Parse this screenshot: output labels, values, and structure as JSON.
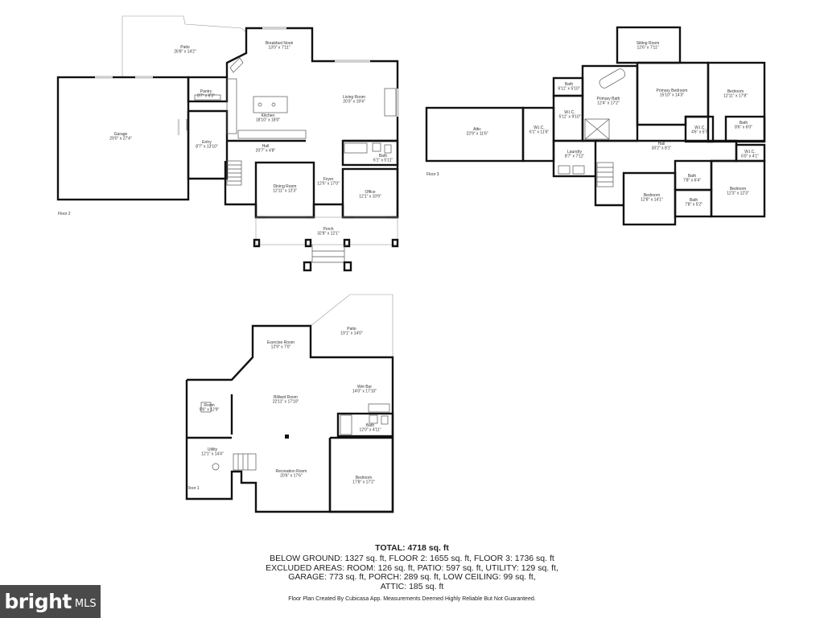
{
  "floors": [
    {
      "id": "floor2",
      "label": "Floor 2",
      "rooms": [
        {
          "name": "Patio",
          "dims": "26'8\" x 14'2\""
        },
        {
          "name": "Breakfast Nook",
          "dims": "13'0\" x 7'11\""
        },
        {
          "name": "Pantry",
          "dims": "8'7\" x 6'3\""
        },
        {
          "name": "Kitchen",
          "dims": "18'10\" x 18'0\""
        },
        {
          "name": "Living Room",
          "dims": "20'3\" x 19'4\""
        },
        {
          "name": "Garage",
          "dims": "29'0\" x 27'4\""
        },
        {
          "name": "Entry",
          "dims": "8'7\" x 13'10\""
        },
        {
          "name": "Hall",
          "dims": "20'7\" x 4'8\""
        },
        {
          "name": "Bath",
          "dims": "6'1\" x 5'11\""
        },
        {
          "name": "Dining Room",
          "dims": "12'11\" x 12'3\""
        },
        {
          "name": "Foyer",
          "dims": "12'5\" x 17'0\""
        },
        {
          "name": "Office",
          "dims": "12'1\" x 10'9\""
        },
        {
          "name": "Porch",
          "dims": "32'8\" x 12'1\""
        }
      ]
    },
    {
      "id": "floor3",
      "label": "Floor 3",
      "rooms": [
        {
          "name": "Sitting Room",
          "dims": "12'6\" x 7'11\""
        },
        {
          "name": "Bath",
          "dims": "6'11\" x 5'10\""
        },
        {
          "name": "Primary Bath",
          "dims": "12'4\" x 17'2\""
        },
        {
          "name": "Primary Bedroom",
          "dims": "15'10\" x 14'3\""
        },
        {
          "name": "Bedroom",
          "dims": "12'11\" x 17'8\""
        },
        {
          "name": "W.I.C.",
          "dims": "5'11\" x 9'10\""
        },
        {
          "name": "Attic",
          "dims": "22'9\" x 11'6\""
        },
        {
          "name": "W.I.C.",
          "dims": "6'1\" x 11'6\""
        },
        {
          "name": "W.I.C.",
          "dims": "4'6\" x 5'7\""
        },
        {
          "name": "Bath",
          "dims": "8'6\" x 6'0\""
        },
        {
          "name": "Laundry",
          "dims": "8'7\" x 7'11\""
        },
        {
          "name": "Hall",
          "dims": "30'2\" x 8'1\""
        },
        {
          "name": "W.I.C.",
          "dims": "6'0\" x 4'1\""
        },
        {
          "name": "Bath",
          "dims": "7'8\" x 6'4\""
        },
        {
          "name": "Bedroom",
          "dims": "12'8\" x 14'1\""
        },
        {
          "name": "Bath",
          "dims": "7'8\" x 5'2\""
        },
        {
          "name": "Bedroom",
          "dims": "12'3\" x 12'3\""
        }
      ]
    },
    {
      "id": "floor1",
      "label": "Floor 1",
      "rooms": [
        {
          "name": "Patio",
          "dims": "19'1\" x 14'0\""
        },
        {
          "name": "Exercise Room",
          "dims": "12'9\" x 7'0\""
        },
        {
          "name": "Room",
          "dims": "9'6\" x 12'9\""
        },
        {
          "name": "Billiard Room",
          "dims": "22'11\" x 17'10\""
        },
        {
          "name": "Wet Bar",
          "dims": "14'0\" x 17'10\""
        },
        {
          "name": "Bath",
          "dims": "12'0\" x 4'11\""
        },
        {
          "name": "Utility",
          "dims": "12'1\" x 14'4\""
        },
        {
          "name": "Recreation Room",
          "dims": "20'6\" x 17'6\""
        },
        {
          "name": "Bedroom",
          "dims": "17'8\" x 17'2\""
        }
      ]
    }
  ],
  "summary": {
    "total": "TOTAL: 4718 sq. ft",
    "line1": "BELOW GROUND: 1327 sq. ft, FLOOR 2: 1655 sq. ft, FLOOR 3: 1736 sq. ft",
    "line2": "EXCLUDED AREAS: ROOM: 126 sq. ft, PATIO: 597 sq. ft, UTILITY: 129 sq. ft,",
    "line3": "GARAGE: 773 sq. ft, PORCH: 289 sq. ft, LOW CEILING: 99 sq. ft,",
    "line4": "ATTIC: 185 sq. ft"
  },
  "credit": "Floor Plan Created By Cubicasa App. Measurements Deemed Highly Reliable But Not Guaranteed.",
  "logo": {
    "brand": "bright",
    "suffix": "MLS"
  }
}
